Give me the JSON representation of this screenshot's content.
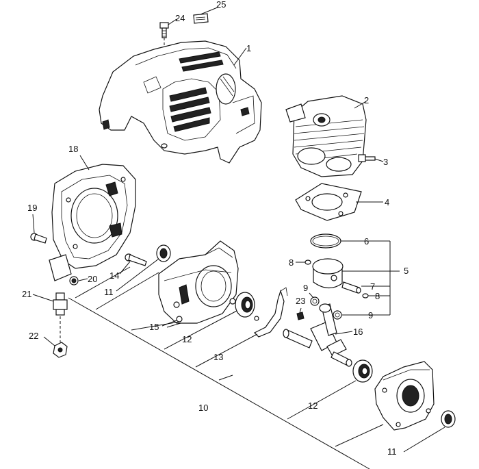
{
  "callouts": {
    "c1": "1",
    "c2": "2",
    "c3": "3",
    "c4": "4",
    "c5": "5",
    "c6": "6",
    "c7": "7",
    "c8a": "8",
    "c8b": "8",
    "c9a": "9",
    "c9b": "9",
    "c10": "10",
    "c11a": "11",
    "c11b": "11",
    "c12a": "12",
    "c12b": "12",
    "c13": "13",
    "c14": "14",
    "c15": "15",
    "c16": "16",
    "c18": "18",
    "c19": "19",
    "c20": "20",
    "c21": "21",
    "c22": "22",
    "c23": "23",
    "c24": "24",
    "c25": "25"
  }
}
